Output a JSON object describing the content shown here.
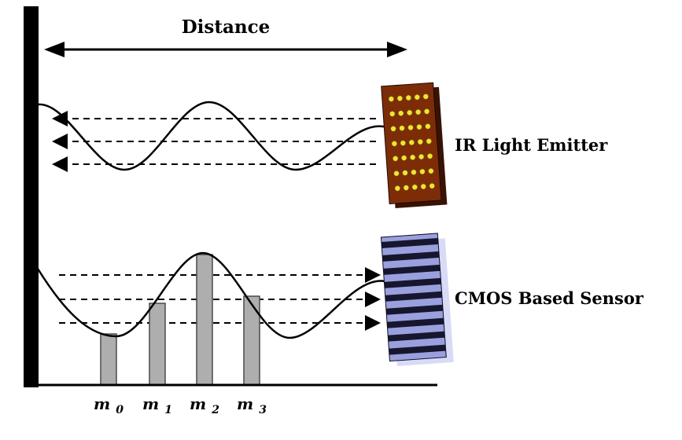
{
  "diagram": {
    "distance_label": "Distance",
    "emitter_label": "IR Light Emitter",
    "sensor_label": "CMOS Based Sensor",
    "samples": [
      {
        "base": "m",
        "sub": "0"
      },
      {
        "base": "m",
        "sub": "1"
      },
      {
        "base": "m",
        "sub": "2"
      },
      {
        "base": "m",
        "sub": "3"
      }
    ],
    "colors": {
      "wall": "#000000",
      "wave": "#000000",
      "arrow": "#000000",
      "emitter_face": "#7c2d07",
      "emitter_side": "#381203",
      "emitter_dots": "#e8e832",
      "sensor_face": "#9aa0dd",
      "sensor_stripe": "#16162e",
      "sensor_side": "#d9daf6",
      "sample_bar": "#aeaeae",
      "sample_bar_edge": "#4a4a4a"
    }
  }
}
